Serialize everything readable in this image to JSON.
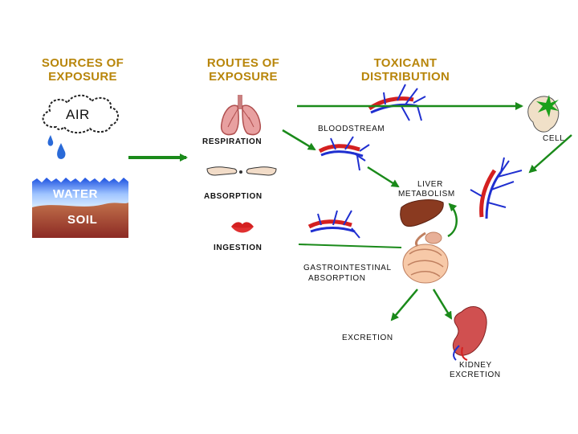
{
  "headers": {
    "sources": "SOURCES OF\nEXPOSURE",
    "routes": "ROUTES OF\nEXPOSURE",
    "distribution": "TOXICANT\nDISTRIBUTION"
  },
  "sources": {
    "air": "AIR",
    "water": "WATER",
    "soil": "SOIL"
  },
  "routes": {
    "respiration": "RESPIRATION",
    "absorption": "ABSORPTION",
    "ingestion": "INGESTION"
  },
  "distribution": {
    "bloodstream": "BLOODSTREAM",
    "cell": "CELL",
    "liver_line1": "LIVER",
    "liver_line2": "METABOLISM",
    "gi_line1": "GASTROINTESTINAL",
    "gi_line2": "ABSORPTION",
    "excretion": "EXCRETION",
    "kidney_line1": "KIDNEY",
    "kidney_line2": "EXCRETION"
  },
  "colors": {
    "header": "#b8860b",
    "arrow": "#1a8a1a",
    "vessel_red": "#d42020",
    "vessel_blue": "#1f2fd0",
    "water_top": "#1f5fe0",
    "soil": "#a83a2a"
  }
}
